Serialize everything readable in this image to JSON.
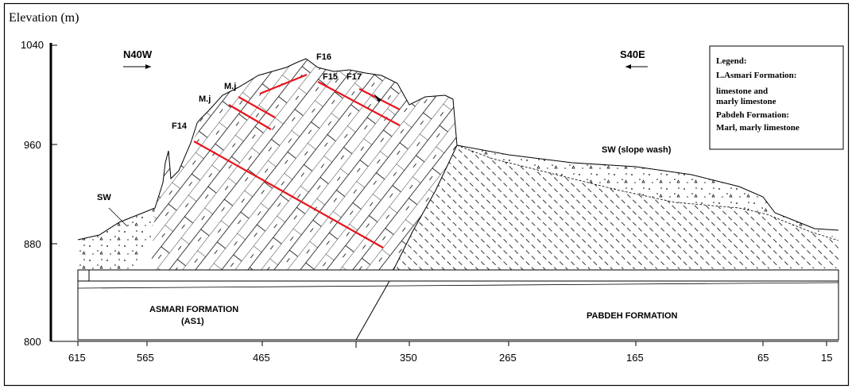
{
  "figure": {
    "elevation_axis_label": "Elevation (m)",
    "elevation_ticks": [
      "1040",
      "960",
      "880",
      "800"
    ],
    "distance_ticks": [
      "615",
      "565",
      "465",
      "350",
      "265",
      "165",
      "65",
      "15"
    ],
    "direction_left": "N40W",
    "direction_right": "S40E"
  },
  "legend": {
    "title": "Legend:",
    "items": [
      "L.Asmari Formation:",
      "limestone and",
      "marly limestone",
      "Pabdeh Formation:",
      "Marl, marly limestone"
    ]
  },
  "labels": {
    "faults": [
      "F16",
      "F15",
      "F17",
      "M.j",
      "M.j",
      "F14"
    ],
    "sw_left": "SW",
    "sw_right": "SW (slope wash)",
    "asmari_line1": "ASMARI FORMATION",
    "asmari_line2": "(AS1)",
    "pabdeh": "PABDEH FORMATION"
  },
  "colors": {
    "fault": "#e8141c",
    "ink": "#000000"
  }
}
